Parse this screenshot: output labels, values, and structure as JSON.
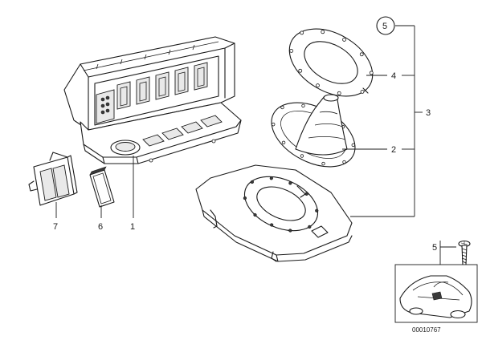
{
  "callouts": {
    "part_1": "1",
    "part_2": "2",
    "part_3": "3",
    "part_4": "4",
    "part_5_circled": "5",
    "part_5_inset": "5",
    "part_6": "6",
    "part_7": "7"
  },
  "drawing_number": "00010767",
  "colors": {
    "line": "#1a1a1a",
    "background": "#ffffff"
  }
}
